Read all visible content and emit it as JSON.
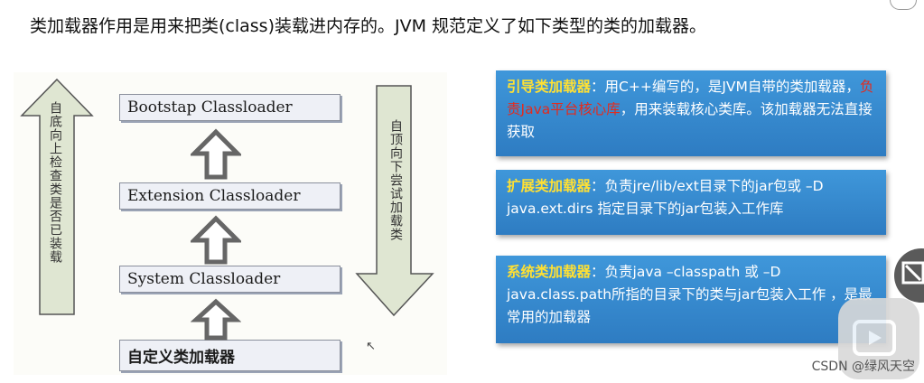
{
  "heading": "类加载器作用是用来把类(class)装载进内存的。JVM 规范定义了如下类型的类的加载器。",
  "diagram": {
    "boxes": [
      "Bootstap Classloader",
      "Extension Classloader",
      "System Classloader",
      "自定义类加载器"
    ],
    "left_arrow_text": "自底向上检查类是否已装载",
    "right_arrow_text": "自顶向下尝试加载类"
  },
  "panels": [
    {
      "title": "引导类加载器",
      "text_before": "：用C++编写的，是JVM自带的类加载器，",
      "highlight": "负责Java平台核心库",
      "text_after": "，用来装载核心类库。该加载器无法直接获取"
    },
    {
      "title": "扩展类加载器",
      "text": "：负责jre/lib/ext目录下的jar包或 –D java.ext.dirs 指定目录下的jar包装入工作库"
    },
    {
      "title": "系统类加载器",
      "text": "：负责java –classpath 或 –D java.class.path所指的目录下的类与jar包装入工作 ，是最常用的加载器"
    }
  ],
  "watermark": "CSDN @绿风天空",
  "colors": {
    "panel_blue": "#3f97da",
    "panel_title": "#ffe033",
    "highlight_red": "#e52a1c",
    "arrow_fill": "#dfe6d2"
  },
  "icons": {
    "close": "close-icon",
    "play": "play-icon"
  }
}
